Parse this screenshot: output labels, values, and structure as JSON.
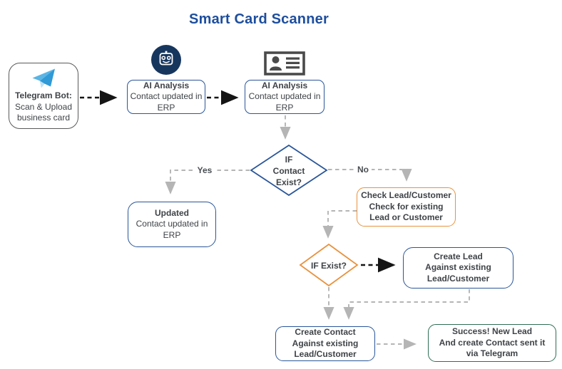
{
  "title": "Smart Card Scanner",
  "colors": {
    "title": "#1d4e9e",
    "node-blue": "#2a5699",
    "node-orange": "#e8923e",
    "node-green": "#2e6e54",
    "node-gray": "#5a5a5a",
    "text": "#3f4347",
    "line-gray": "#b5b5b5",
    "line-black": "#151515",
    "badge-navy": "#16365e",
    "icon-gray": "#4a4a4a",
    "telegram-blue": "#38a3de"
  },
  "nodes": {
    "telegram": {
      "icon": "telegram-icon",
      "title": "Telegram Bot:",
      "line1": "Scan & Upload",
      "line2": "business card"
    },
    "ai_analysis_1": {
      "icon": "robot-icon",
      "title": "AI Analysis",
      "line1": "Contact updated in",
      "line2": "ERP"
    },
    "ai_analysis_2": {
      "icon": "contact-card-icon",
      "title": "AI Analysis",
      "line1": "Contact updated in",
      "line2": "ERP"
    },
    "if_contact_exist": {
      "line1": "IF",
      "line2": "Contact",
      "line3": "Exist?"
    },
    "updated": {
      "title": "Updated",
      "line1": "Contact updated in",
      "line2": "ERP"
    },
    "check_lead_customer": {
      "line1": "Check Lead/Customer",
      "line2": "Check for existing",
      "line3": "Lead or Customer"
    },
    "if_exist": {
      "label": "IF Exist?"
    },
    "create_lead": {
      "line1": "Create Lead",
      "line2": "Against existing",
      "line3": "Lead/Customer"
    },
    "create_contact": {
      "line1": "Create Contact",
      "line2": "Against existing",
      "line3": "Lead/Customer"
    },
    "success": {
      "line1": "Success! New Lead",
      "line2": "And create Contact sent it",
      "line3": "via Telegram"
    }
  },
  "edge_labels": {
    "yes": "Yes",
    "no": "No"
  }
}
